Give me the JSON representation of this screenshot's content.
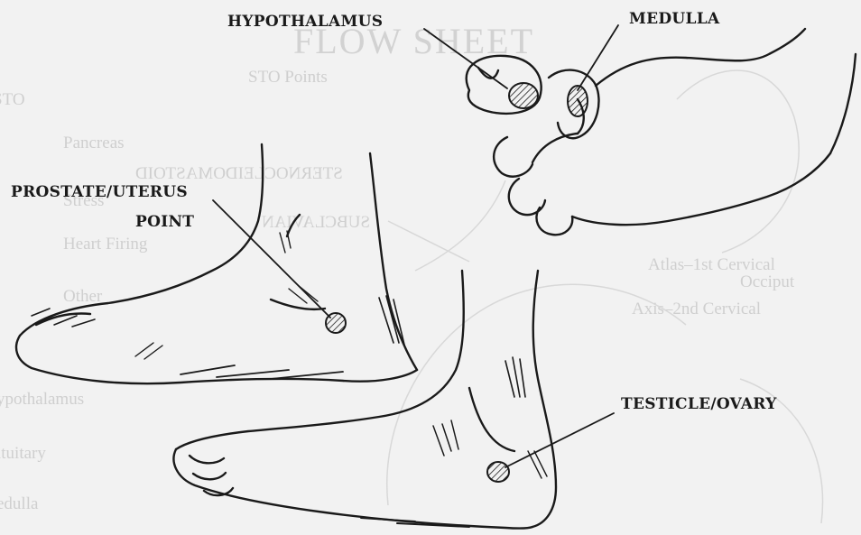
{
  "labels": {
    "hypothalamus": "HYPOTHALAMUS",
    "medulla": "MEDULLA",
    "prostate_uterus": "PROSTATE/UTERUS",
    "point": "POINT",
    "testicle_ovary": "TESTICLE/OVARY"
  },
  "background_text": {
    "flow_sheet": "FLOW SHEET",
    "sto_points": "STO Points",
    "sto": "STO",
    "pancreas": "Pancreas",
    "stress": "Stress",
    "heart_firing": "Heart Firing",
    "other": "Other",
    "hypothalamus": "ypothalamus",
    "pituitary": "ituitary",
    "medulla": "edulla",
    "cervical_1": "Atlas–1st Cervical",
    "occiput": "Occiput",
    "cervical_2": "Axis–2nd Cervical",
    "mirrored_1": "STERNOCLEIDOMASTOID",
    "mirrored_2": "SUBCLAVIAN"
  },
  "colors": {
    "background": "#f2f2f2",
    "ink": "#1a1a1a",
    "bleed_through": "#cfcfcf"
  }
}
